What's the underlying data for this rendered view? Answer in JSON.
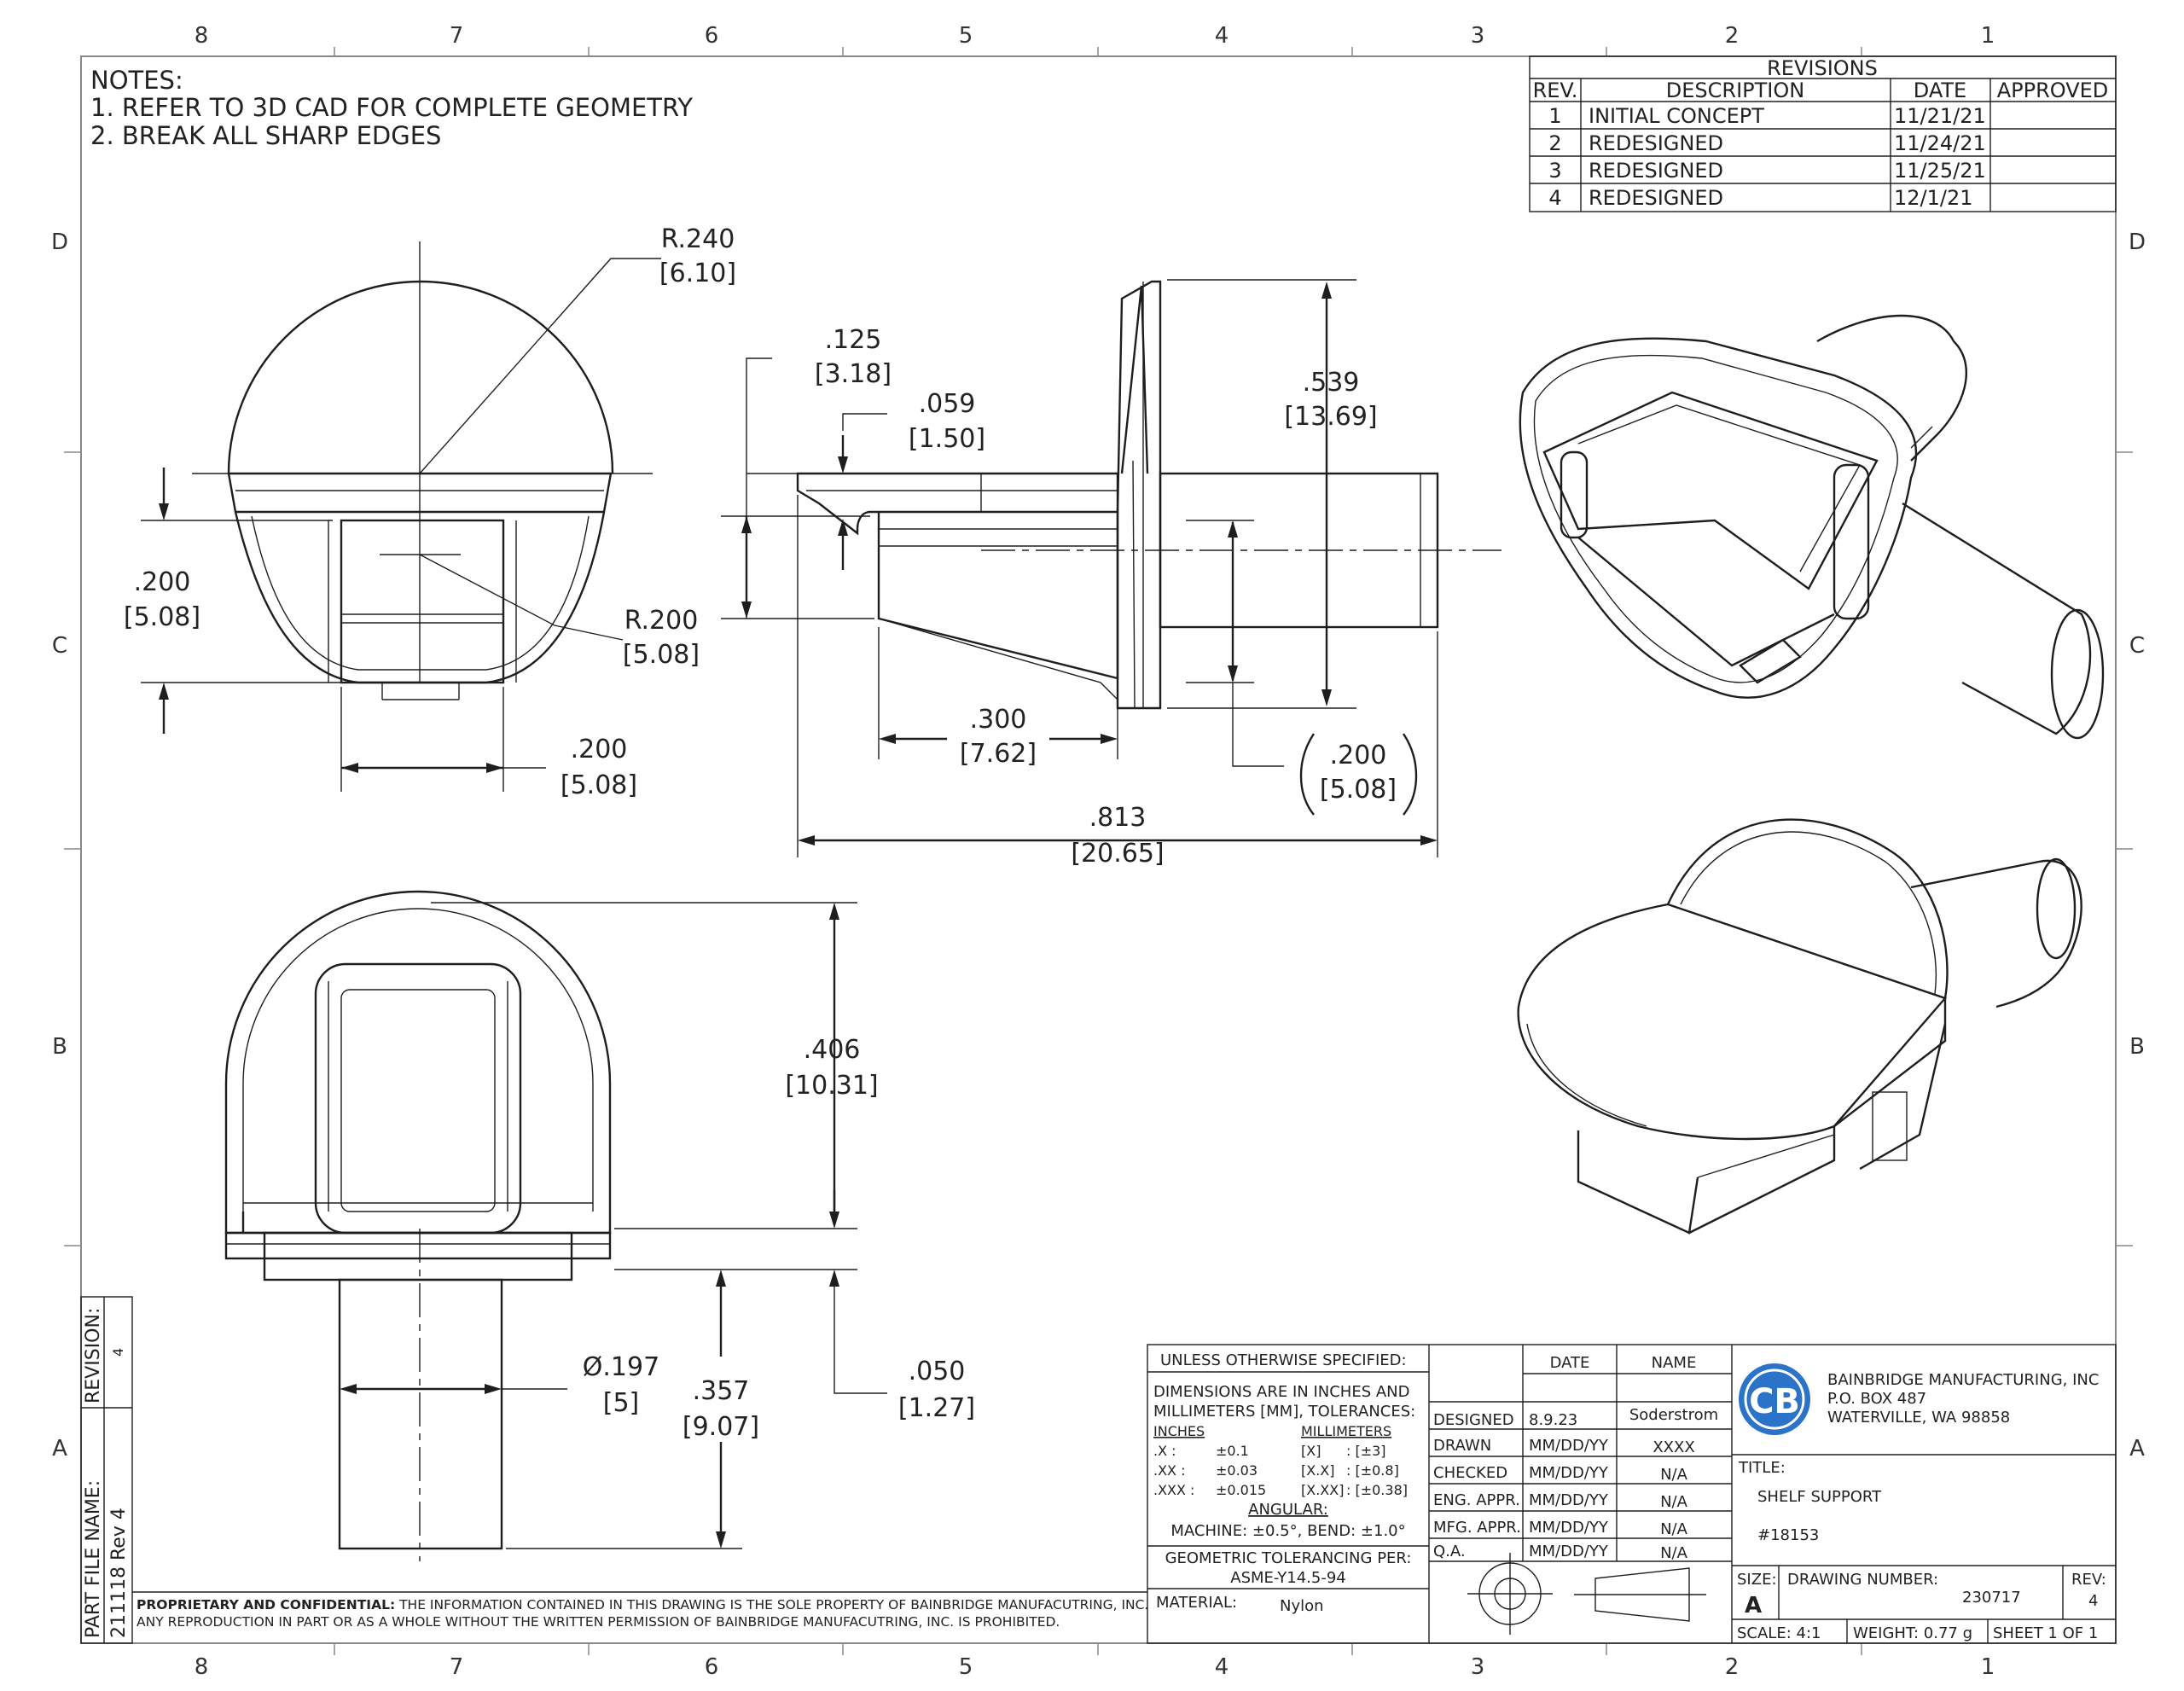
{
  "zones": {
    "columns": [
      "8",
      "7",
      "6",
      "5",
      "4",
      "3",
      "2",
      "1"
    ],
    "rows": [
      "D",
      "C",
      "B",
      "A"
    ]
  },
  "notes": {
    "heading": "NOTES:",
    "items": [
      "1.  REFER TO 3D CAD FOR COMPLETE GEOMETRY",
      "2.  BREAK ALL SHARP EDGES"
    ]
  },
  "revisions": {
    "title": "REVISIONS",
    "headers": [
      "REV.",
      "DESCRIPTION",
      "DATE",
      "APPROVED"
    ],
    "rows": [
      [
        "1",
        "INITIAL CONCEPT",
        "11/21/21",
        ""
      ],
      [
        "2",
        "REDESIGNED",
        "11/24/21",
        ""
      ],
      [
        "3",
        "REDESIGNED",
        "11/25/21",
        ""
      ],
      [
        "4",
        "REDESIGNED",
        "12/1/21",
        ""
      ]
    ]
  },
  "dimensions": {
    "front_radius_in": "R.240",
    "front_radius_mm": "[6.10]",
    "front_height_in": ".200",
    "front_height_mm": "[5.08]",
    "front_inner_radius_in": "R.200",
    "front_inner_radius_mm": "[5.08]",
    "front_width_in": ".200",
    "front_width_mm": "[5.08]",
    "side_ledge_in": ".125",
    "side_ledge_mm": "[3.18]",
    "side_thick_in": ".059",
    "side_thick_mm": "[1.50]",
    "side_height_in": ".539",
    "side_height_mm": "[13.69]",
    "side_taper_in": ".300",
    "side_taper_mm": "[7.62]",
    "side_peg_in": ".200",
    "side_peg_mm": "[5.08]",
    "side_length_in": ".813",
    "side_length_mm": "[20.65]",
    "top_height_in": ".406",
    "top_height_mm": "[10.31]",
    "top_dia_in": "Ø.197",
    "top_dia_mm": "[5]",
    "top_peg_len_in": ".357",
    "top_peg_len_mm": "[9.07]",
    "top_flange_in": ".050",
    "top_flange_mm": "[1.27]"
  },
  "side_tabs": {
    "revision_label": "REVISION:",
    "revision_value": "4",
    "file_label": "PART FILE NAME:",
    "file_value": "211118 Rev 4"
  },
  "proprietary": {
    "bold": "PROPRIETARY AND CONFIDENTIAL:",
    "line1": " THE INFORMATION CONTAINED IN THIS DRAWING IS THE SOLE PROPERTY OF BAINBRIDGE MANUFACUTRING, INC.",
    "line2": "ANY REPRODUCTION IN PART OR AS A WHOLE WITHOUT THE WRITTEN PERMISSION OF BAINBRIDGE MANUFACUTRING, INC. IS PROHIBITED."
  },
  "tolerances": {
    "header": "UNLESS OTHERWISE SPECIFIED:",
    "line1": "DIMENSIONS ARE IN INCHES AND",
    "line2": "MILLIMETERS [MM], TOLERANCES:",
    "col_inches": "INCHES",
    "col_mm": "MILLIMETERS",
    "rows": [
      [
        ".X :",
        "±0.1",
        "[X]",
        ": [±3]"
      ],
      [
        ".XX :",
        "±0.03",
        "[X.X]",
        ": [±0.8]"
      ],
      [
        ".XXX :",
        "±0.015",
        "[X.XX]",
        ": [±0.38]"
      ]
    ],
    "angular": "ANGULAR:",
    "angular_values": "MACHINE: ±0.5°, BEND: ±1.0°",
    "geo_line1": "GEOMETRIC TOLERANCING PER:",
    "geo_line2": "ASME-Y14.5-94",
    "material_label": "MATERIAL:",
    "material_value": "Nylon"
  },
  "approvals": {
    "date_header": "DATE",
    "name_header": "NAME",
    "rows": [
      [
        "DESIGNED",
        "8.9.23",
        "Soderstrom"
      ],
      [
        "DRAWN",
        "MM/DD/YY",
        "XXXX"
      ],
      [
        "CHECKED",
        "MM/DD/YY",
        "N/A"
      ],
      [
        "ENG. APPR.",
        "MM/DD/YY",
        "N/A"
      ],
      [
        "MFG. APPR.",
        "MM/DD/YY",
        "N/A"
      ],
      [
        "Q.A.",
        "MM/DD/YY",
        "N/A"
      ]
    ]
  },
  "company": {
    "logo_letters": "CB",
    "name": "BAINBRIDGE MANUFACTURING, INC",
    "address1": "P.O. BOX 487",
    "address2": "WATERVILLE, WA 98858"
  },
  "title_block": {
    "title_label": "TITLE:",
    "title": "SHELF SUPPORT",
    "part_no": "#18153",
    "size_label": "SIZE:",
    "size": "A",
    "drawing_number_label": "DRAWING NUMBER:",
    "drawing_number": "230717",
    "rev_label": "REV:",
    "rev": "4",
    "scale": "SCALE: 4:1",
    "weight": "WEIGHT: 0.77 g",
    "sheet": "SHEET 1 OF 1"
  },
  "colors": {
    "line": "#1e1e1e",
    "frame": "#888888",
    "logo_blue": "#2a73c8"
  }
}
